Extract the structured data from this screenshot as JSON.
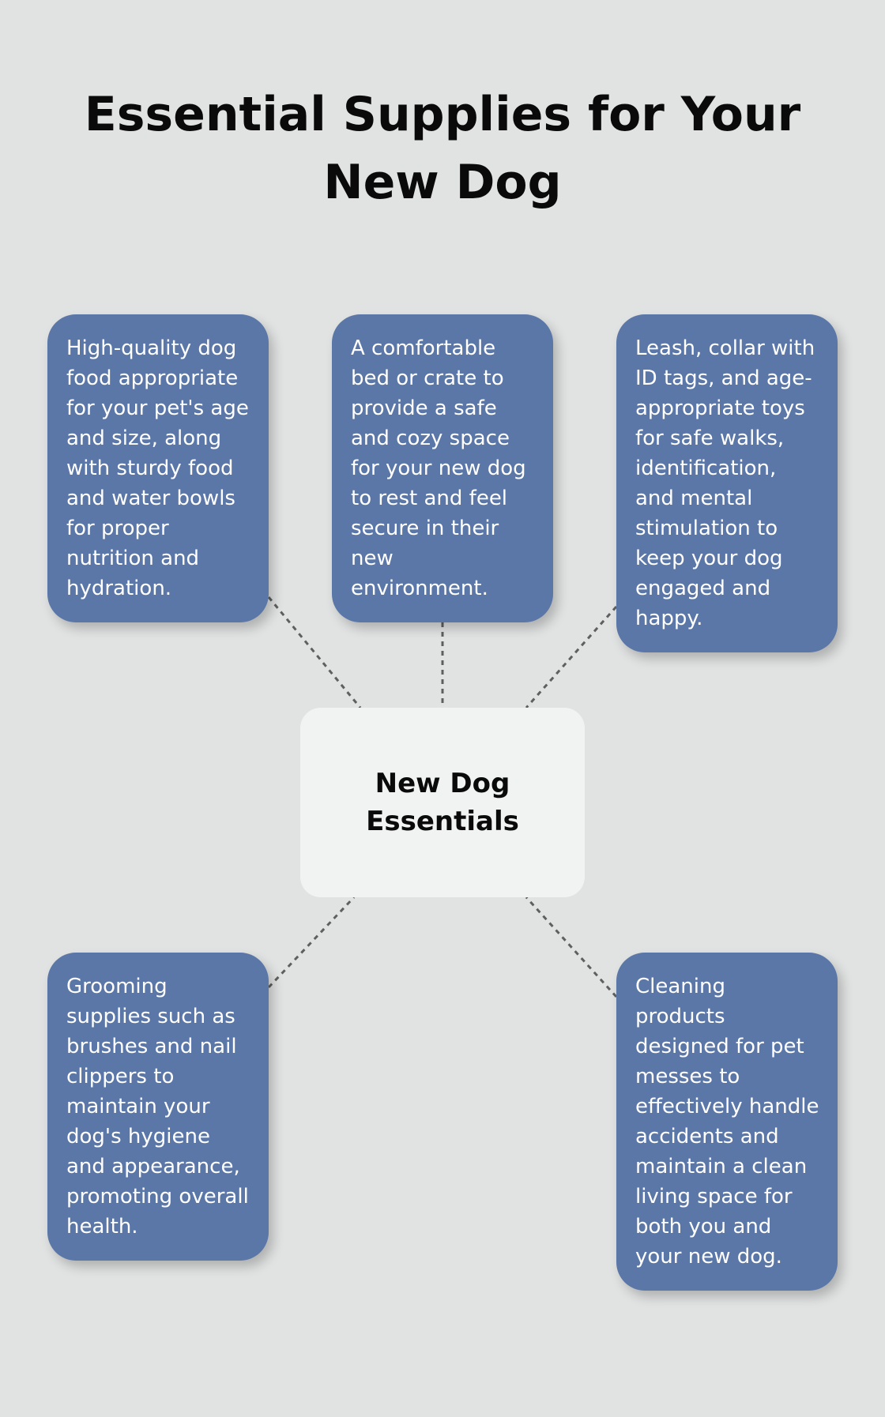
{
  "title": "Essential Supplies for Your New Dog",
  "center": {
    "label": "New Dog Essentials"
  },
  "items": [
    {
      "text": "High-quality dog food appropriate for your pet's age and size, along with sturdy food and water bowls for proper nutrition and hydration."
    },
    {
      "text": "A comfortable bed or crate to provide a safe and cozy space for your new dog to rest and feel secure in their new environment."
    },
    {
      "text": "Leash, collar with ID tags, and age-appropriate toys for safe walks, identification, and mental stimulation to keep your dog engaged and happy."
    },
    {
      "text": "Grooming supplies such as brushes and nail clippers to maintain your dog's hygiene and appearance, promoting overall health."
    },
    {
      "text": "Cleaning products designed for pet messes to effectively handle accidents and maintain a clean living space for both you and your new dog."
    }
  ],
  "colors": {
    "background": "#e1e3e3",
    "card": "#5b77a8",
    "center_box": "#f1f2f2",
    "connector": "#5f5f5f",
    "title": "#0a0a0a"
  }
}
